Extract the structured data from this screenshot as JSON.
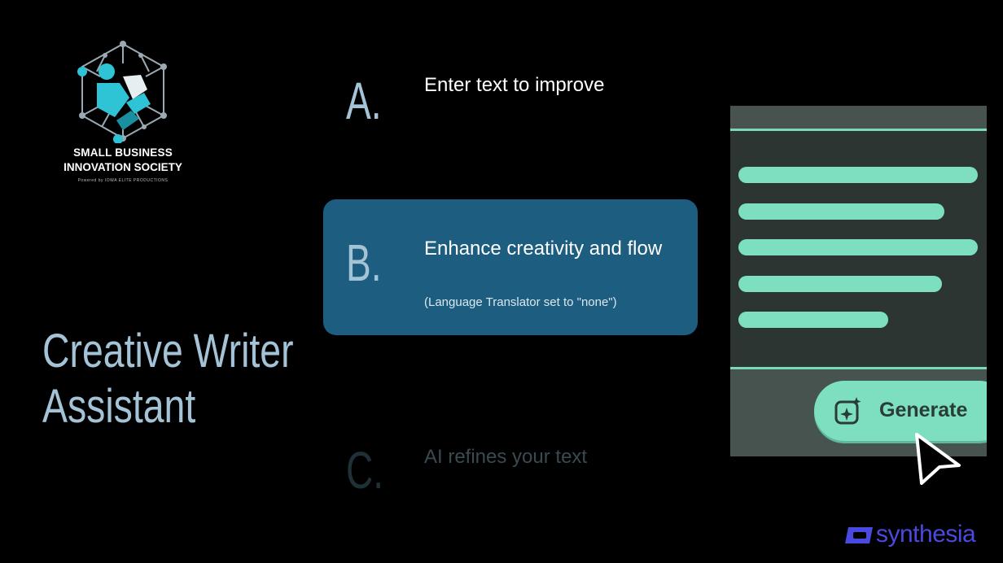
{
  "logo": {
    "line1": "SMALL BUSINESS",
    "line2": "INNOVATION SOCIETY",
    "line3": "Powered by IOWA ELITE PRODUCTIONS",
    "icon": "hexagon-network-emblem-icon"
  },
  "page_title": {
    "line1": "Creative Writer",
    "line2": "Assistant"
  },
  "steps": [
    {
      "letter": "A.",
      "text": "Enter text to improve",
      "state": "completed"
    },
    {
      "letter": "B.",
      "text": "Enhance creativity and flow",
      "note": "(Language Translator set to \"none\")",
      "state": "active"
    },
    {
      "letter": "C.",
      "text": "AI refines your text",
      "state": "upcoming"
    }
  ],
  "editor": {
    "text_lines": 5,
    "generate_button": {
      "label": "Generate",
      "icon": "sparkle-plus-icon"
    },
    "cursor_icon": "pointer-cursor-icon"
  },
  "watermark": {
    "text": "synthesia",
    "icon": "synthesia-logo-icon"
  },
  "colors": {
    "background": "#000000",
    "title": "#a4c3d6",
    "active_step": "#1c5d80",
    "accent": "#7ddfc0",
    "editor_bg": "#2d3532",
    "watermark": "#4a4ae0"
  }
}
